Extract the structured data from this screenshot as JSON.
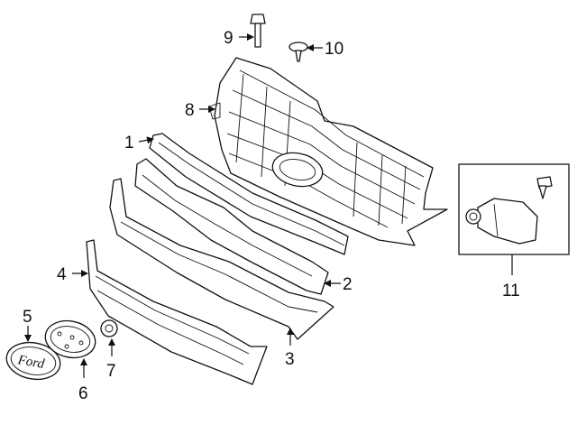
{
  "callouts": [
    {
      "id": "1",
      "label": "1"
    },
    {
      "id": "2",
      "label": "2"
    },
    {
      "id": "3",
      "label": "3"
    },
    {
      "id": "4",
      "label": "4"
    },
    {
      "id": "5",
      "label": "5"
    },
    {
      "id": "6",
      "label": "6"
    },
    {
      "id": "7",
      "label": "7"
    },
    {
      "id": "8",
      "label": "8"
    },
    {
      "id": "9",
      "label": "9"
    },
    {
      "id": "10",
      "label": "10"
    },
    {
      "id": "11",
      "label": "11"
    }
  ],
  "emblem_text": "Ford"
}
